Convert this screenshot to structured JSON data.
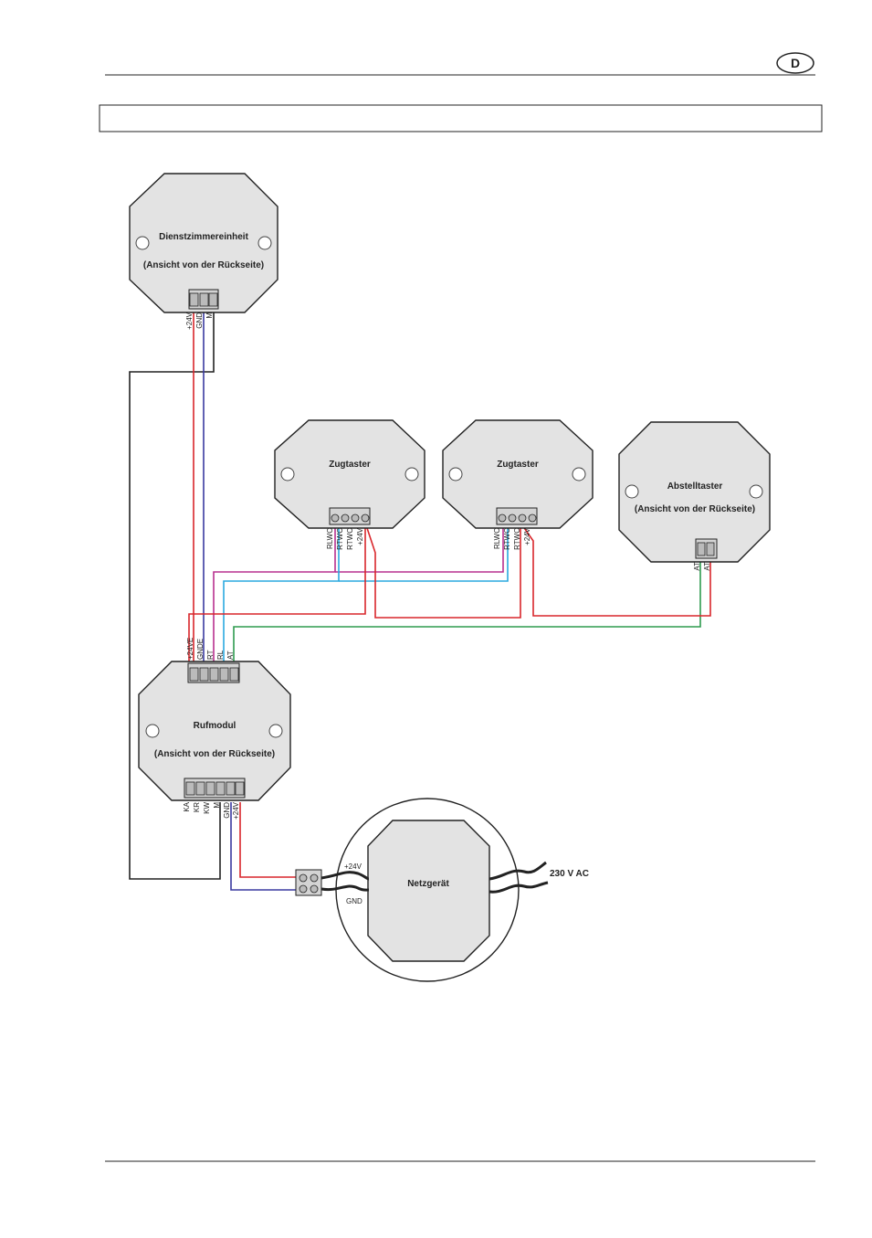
{
  "header": {
    "language_badge": "D",
    "title_box_text": ""
  },
  "units": {
    "dienstzimmer": {
      "title": "Dienstzimmereinheit",
      "subtitle": "(Ansicht von der Rückseite)",
      "pins": [
        "+24V",
        "GND",
        "M"
      ]
    },
    "zugtaster1": {
      "title": "Zugtaster",
      "pins": [
        "RLWC",
        "RTWC",
        "RTWC",
        "+24V"
      ]
    },
    "zugtaster2": {
      "title": "Zugtaster",
      "pins": [
        "RLWC",
        "RTWC",
        "RTWC",
        "+24V"
      ]
    },
    "abstelltaster": {
      "title": "Abstelltaster",
      "subtitle": "(Ansicht von der Rückseite)",
      "pins": [
        "AT",
        "AT"
      ]
    },
    "rufmodul": {
      "title": "Rufmodul",
      "subtitle": "(Ansicht von der Rückseite)",
      "top_pins": [
        "+24VE",
        "GNDE",
        "RT",
        "RL",
        "AT"
      ],
      "bottom_pins": [
        "KA",
        "KR",
        "KW",
        "M",
        "GND",
        "+24V"
      ]
    },
    "netzgeraet": {
      "title": "Netzgerät",
      "plus_label": "+24V",
      "gnd_label": "GND",
      "mains_label": "230 V AC"
    }
  },
  "colors": {
    "red": "#d9262b",
    "blue": "#3a3aa0",
    "magenta": "#b8308f",
    "cyan": "#2aa9df",
    "green": "#2e9b4f",
    "black": "#222222"
  }
}
